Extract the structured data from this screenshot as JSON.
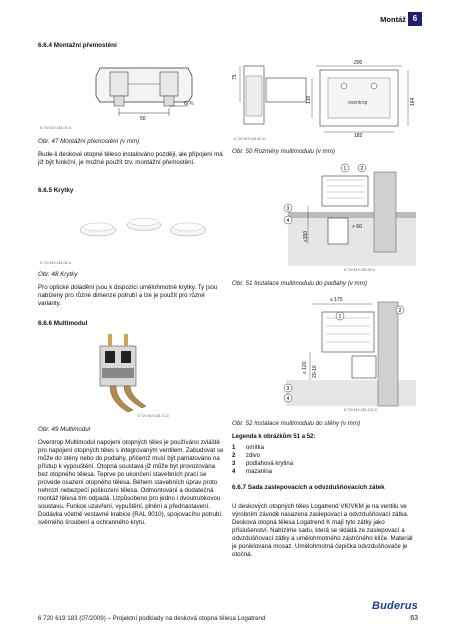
{
  "header": {
    "title": "Montáž",
    "chapter": "6"
  },
  "left": {
    "sec_664": "6.6.4   Montážní přemostění",
    "fig47": {
      "id": "6 720 619 183-03.1I",
      "dim1": "50",
      "dim2": "G ¾",
      "caption": "Obr. 47 Montážní přemostění (v mm)"
    },
    "para_664": "Bude-li deskové otopné těleso instalováno později, ale připojení má již být funkční, je možné použít tzv. montážní přemostění.",
    "sec_665": "6.6.5   Krytky",
    "fig48": {
      "id": "6 720 619 183-05.1I",
      "caption": "Obr. 48 Krytky"
    },
    "para_665": "Pro optické doladění jsou k dispozici umělohmotné krytky. Ty jsou nabízeny pro různé dimenze potrubí a lze je použít pro různé varianty.",
    "sec_666": "6.6.6   Multimodul",
    "fig49": {
      "id": "6 720 619 183-70.1I",
      "caption": "Obr. 49 Multimodul"
    },
    "para_666": "Oventrop Multimodul napojení otopných těles je používáno zvláště pro napojení otopných těles s integrovaným ventilem. Zabudovat se může do stěny nebo do podlahy, přičemž musí být pamatováno na přístup k vypouštění. Otopná soustava již může být provozována bez otopného tělesa. Teprve po ukončení stavebních prací se provede osazení otopného tělesa. Během stavebních úprav proto nehrozí nebezpečí poškození tělesa. Odmontování a dodatečná montáž tělesa tím odpadá. Uzpůsobeno pro jedno i dvoutrubkovou soustavu. Funkce uzavření, vypuštění, plnění a přednastavení. Dodávka včetně vestavné krabice (RAL 9010), spojovacího potrubí, svěrného šroubení a ochranného krytu."
  },
  "right": {
    "fig50": {
      "id": "6 720 619 183-00.1I",
      "d200": "200",
      "d75": "75",
      "d130": "130",
      "d164": "164",
      "d182": "182",
      "label": "oventrop",
      "caption": "Obr. 50 Rozměry multimodulu (v mm)"
    },
    "fig51": {
      "id": "6 720 619 183-99.1I",
      "d150": "≤150",
      "d60": "> 60",
      "caption": "Obr. 51 Instalace multimodulu do podlahy (v mm)"
    },
    "fig52": {
      "id": "6 720 619 183-102.1I",
      "d175": "≤ 175",
      "d120": "≤ 120",
      "d2016": "20-16",
      "caption": "Obr. 52 Instalace multimodulu do stěny (v mm)"
    },
    "legend_title": "Legenda k obrázkům 51 a 52:",
    "legend": [
      {
        "n": "1",
        "t": "omítka"
      },
      {
        "n": "2",
        "t": "zdivo"
      },
      {
        "n": "3",
        "t": "podlahová krytina"
      },
      {
        "n": "4",
        "t": "mazanina"
      }
    ],
    "sec_667": "6.6.7   Sada zaslepovacích a odvzdušňovacích zátek",
    "para_667": "U deskových otopných těles Logatrend VK/VKM je na ventilu ve výrobním závodě nasazena zaslepovací a odvzdušňovací zátka. Desková otopná tělesa Logatrend K mají tyto zátky jako příslušenství. Nabízíme sadu, která se skládá ze zaslepovací a odvzdušňovací zátky a umělohmotného zástrčného klíče. Materiál je poniklovaná mosaz. Umělohmotná čepička odvzdušňovače je otočná."
  },
  "footer": {
    "text": "6 720 619 183 (07/2009) – Projektní podklady na desková otopná tělesa Logatrend",
    "page": "63",
    "logo": "Buderus"
  },
  "colors": {
    "accent": "#1f1f6e",
    "brand": "#1f3f8f"
  }
}
